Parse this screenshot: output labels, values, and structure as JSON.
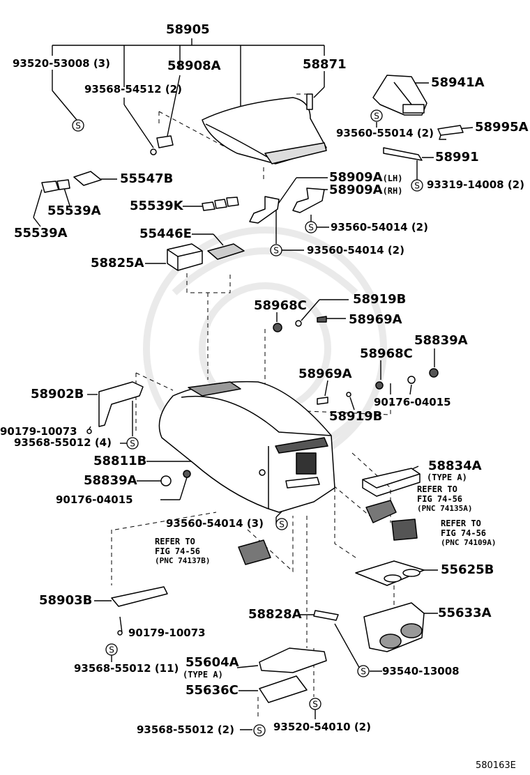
{
  "labels": {
    "l58905": "58905",
    "l93520_53008": "93520-53008 (3)",
    "l58908A": "58908A",
    "l58871": "58871",
    "l93568_54512": "93568-54512 (2)",
    "l58941A": "58941A",
    "l93560_55014": "93560-55014 (2)",
    "l58995A": "58995A",
    "l58991": "58991",
    "l93319_14008": "93319-14008 (2)",
    "l55547B": "55547B",
    "l58909A_LH": "58909A",
    "l58909A_RH": "58909A",
    "lh_tag": "(LH)",
    "rh_tag": "(RH)",
    "l55539A_1": "55539A",
    "l55539A_2": "55539A",
    "l55539K": "55539K",
    "l93560_54014_a": "93560-54014 (2)",
    "l55446E": "55446E",
    "l93560_54014_b": "93560-54014 (2)",
    "l58825A": "58825A",
    "l58968C_1": "58968C",
    "l58919B_1": "58919B",
    "l58969A_1": "58969A",
    "l58839A_1": "58839A",
    "l58968C_2": "58968C",
    "l58969A_2": "58969A",
    "l58902B": "58902B",
    "l90176_04015_1": "90176-04015",
    "l58919B_2": "58919B",
    "l90179_10073_1": "90179-10073",
    "l93568_55012_4": "93568-55012 (4)",
    "l58811B": "58811B",
    "l58834A": "58834A",
    "type_a_1": "(TYPE  A)",
    "l58839A_2": "58839A",
    "l90176_04015_2": "90176-04015",
    "l93560_54014_3": "93560-54014 (3)",
    "l55625B": "55625B",
    "l58903B": "58903B",
    "l58828A": "58828A",
    "l55633A": "55633A",
    "l90179_10073_2": "90179-10073",
    "l93568_55012_11": "93568-55012 (11)",
    "l55604A": "55604A",
    "type_a_2": "(TYPE  A)",
    "l93540_13008": "93540-13008",
    "l55636C": "55636C",
    "l93568_55012_2": "93568-55012 (2)",
    "l93520_54010": "93520-54010 (2)",
    "fig_code": "580163E"
  },
  "notes": {
    "ref1": {
      "l1": "REFER TO",
      "l2": "FIG 74-56",
      "l3": "(PNC 74135A)"
    },
    "ref2": {
      "l1": "REFER TO",
      "l2": "FIG 74-56",
      "l3": "(PNC 74109A)"
    },
    "ref3": {
      "l1": "REFER TO",
      "l2": "FIG 74-56",
      "l3": "(PNC 74137B)"
    }
  },
  "symbols": {
    "screw_mark": "S"
  }
}
